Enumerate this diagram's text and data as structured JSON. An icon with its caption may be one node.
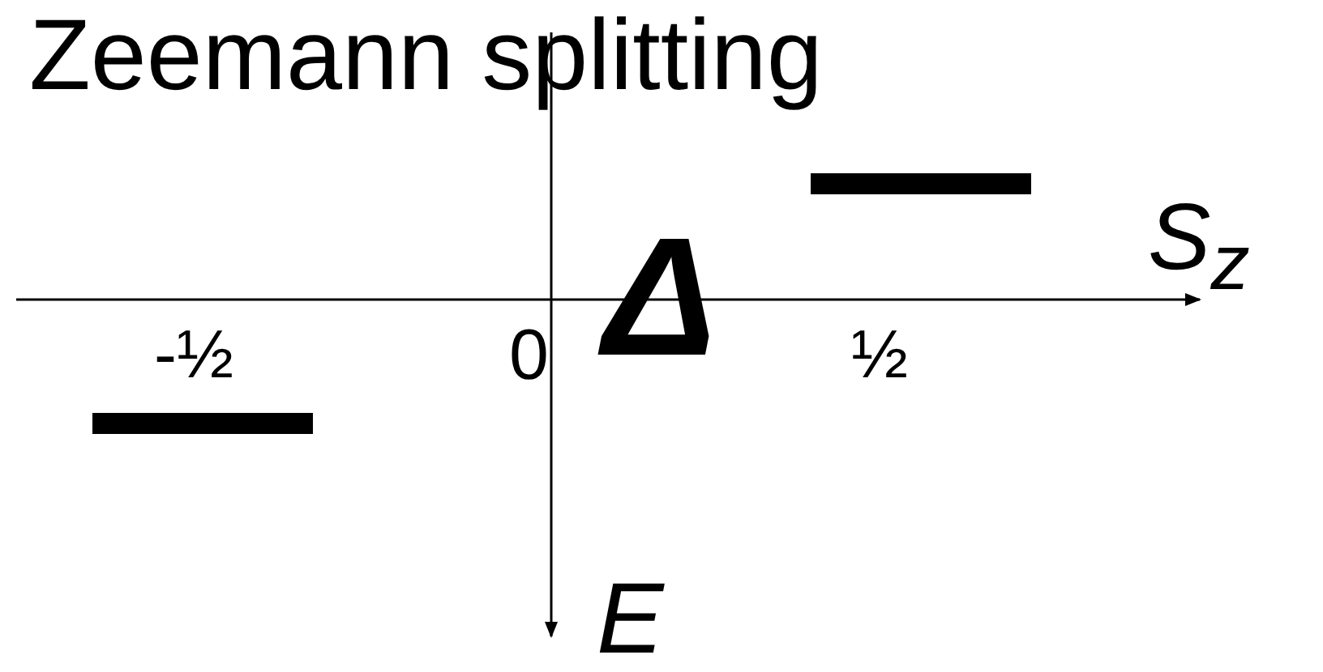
{
  "diagram": {
    "title": "Zeemann splitting",
    "nodes": [
      {
        "text": [],
        "shape": "bar"
      },
      {
        "text": [],
        "shape": "bar"
      }
    ],
    "labels": [
      "S$_{z}$",
      "-½",
      "0",
      "Δ",
      "½",
      "E"
    ]
  }
}
